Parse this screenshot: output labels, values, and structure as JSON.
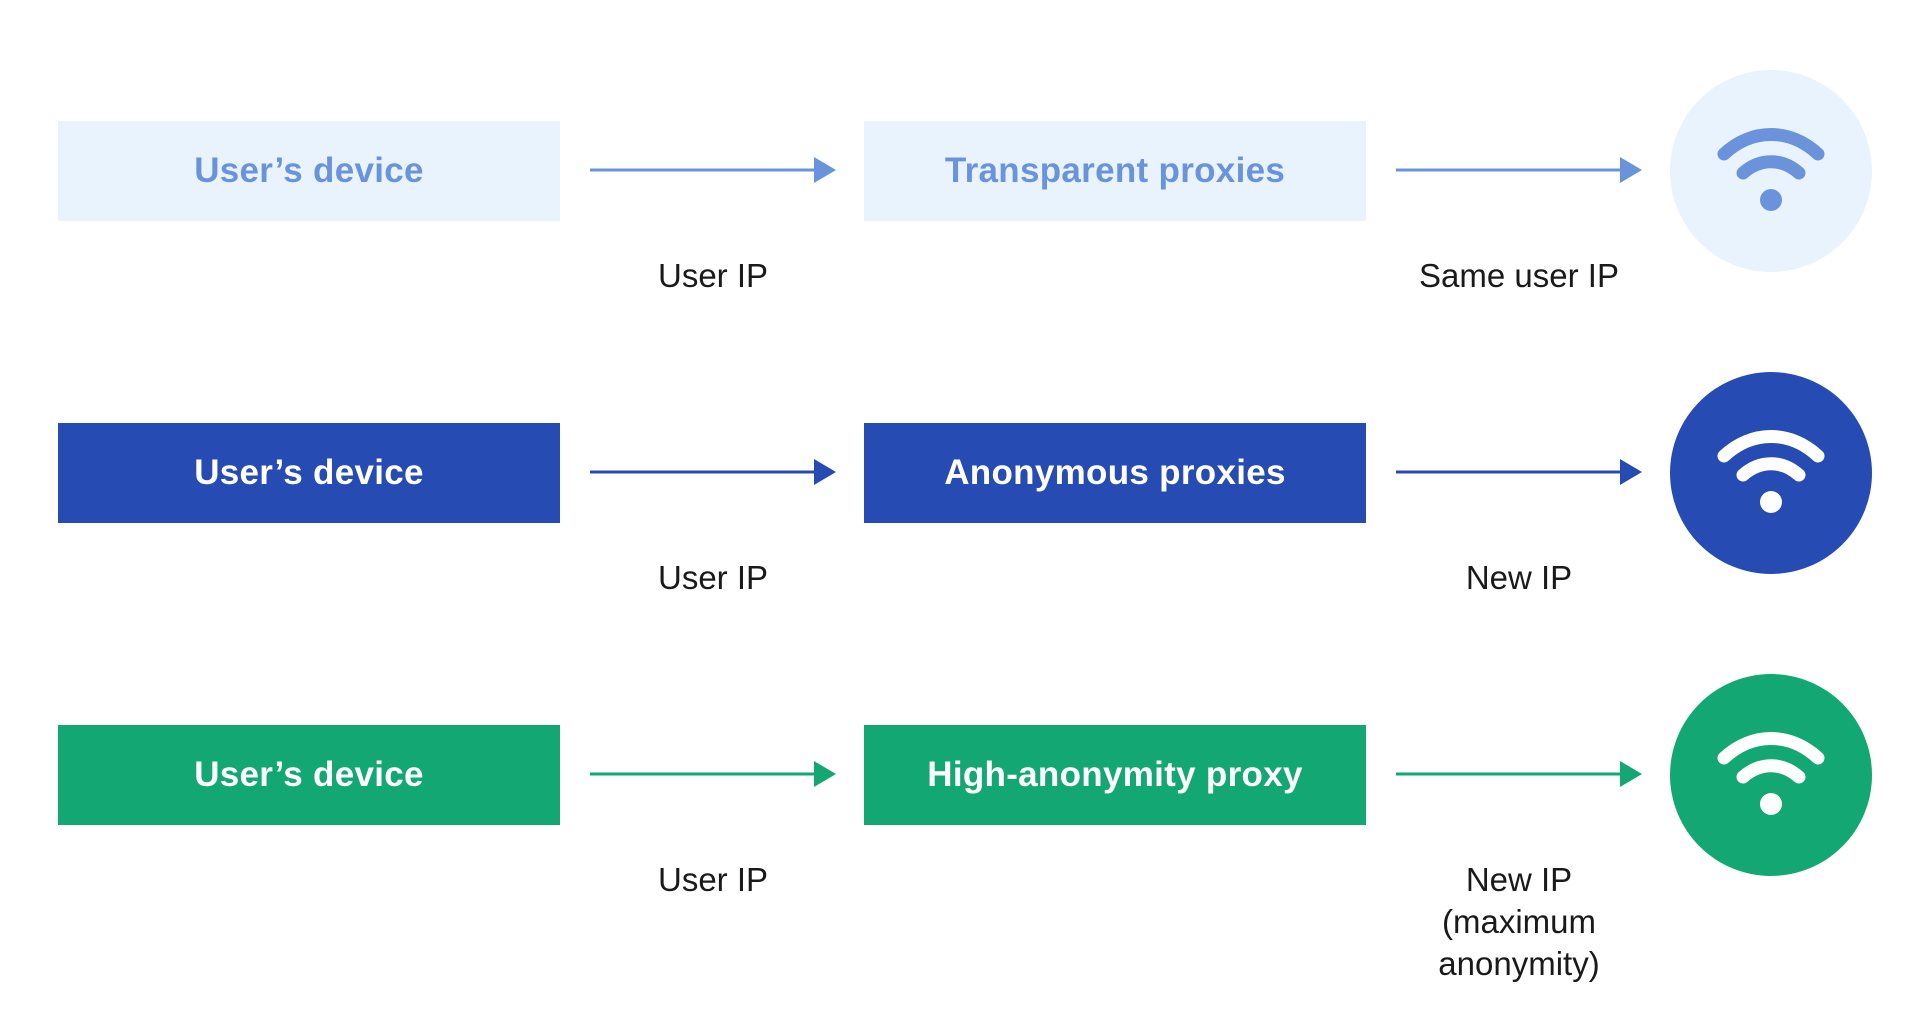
{
  "colors": {
    "transparent": {
      "box_bg": "#e8f3fd",
      "box_text": "#6a93db",
      "arrow": "#6a93db",
      "circle_bg": "#e8f3fd",
      "icon": "#6a93db"
    },
    "anonymous": {
      "box_bg": "#264cb3",
      "box_text": "#ffffff",
      "arrow": "#264cb3",
      "circle_bg": "#264cb3",
      "icon": "#ffffff"
    },
    "high": {
      "box_bg": "#13a873",
      "box_text": "#ffffff",
      "arrow": "#13a873",
      "circle_bg": "#13a873",
      "icon": "#ffffff"
    }
  },
  "rows": [
    {
      "device_label": "User’s device",
      "input_label": "User IP",
      "proxy_label": "Transparent proxies",
      "output_label": "Same user IP",
      "endpoint_icon": "wifi-icon"
    },
    {
      "device_label": "User’s device",
      "input_label": "User IP",
      "proxy_label": "Anonymous proxies",
      "output_label": "New IP",
      "endpoint_icon": "wifi-icon"
    },
    {
      "device_label": "User’s device",
      "input_label": "User IP",
      "proxy_label": "High-anonymity proxy",
      "output_label": "New IP\n(maximum\nanonymity)",
      "endpoint_icon": "wifi-icon"
    }
  ]
}
